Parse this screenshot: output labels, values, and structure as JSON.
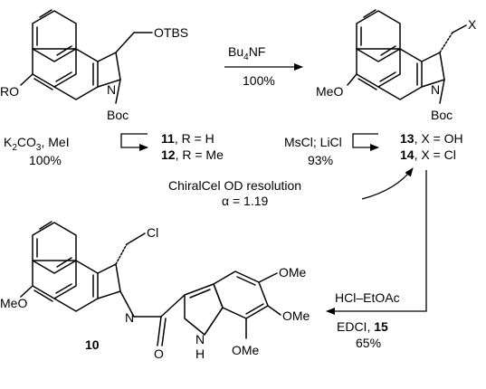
{
  "mol11": {
    "otbs": "OTBS",
    "ro": "RO",
    "n": "N",
    "boc": "Boc"
  },
  "mol13": {
    "x": "X",
    "meo": "MeO",
    "n": "N",
    "boc": "Boc"
  },
  "mol10": {
    "cl": "Cl",
    "meo": "MeO",
    "n": "N",
    "o": "O",
    "nh_n": "N",
    "nh_h": "H",
    "ome1": "OMe",
    "ome2": "OMe",
    "ome3": "OMe"
  },
  "step1": {
    "reagent_main": "Bu",
    "reagent_sub": "4",
    "reagent_tail": "NF",
    "yield": "100%"
  },
  "step2": {
    "reagent_a": "K",
    "reagent_a_sub": "2",
    "reagent_b": "CO",
    "reagent_b_sub": "3",
    "reagent_c": ", MeI",
    "yield": "100%"
  },
  "labels11": {
    "n11": "11",
    "r11": ", R = H",
    "n12": "12",
    "r12": ", R = Me"
  },
  "step3": {
    "reagent": "MsCl; LiCl",
    "yield": "93%"
  },
  "labels13": {
    "n13": "13",
    "x13": ", X = OH",
    "n14": "14",
    "x14": ", X = Cl"
  },
  "resolution": {
    "text": "ChiralCel OD resolution",
    "alpha": "α = 1.19"
  },
  "step4": {
    "reagent1": "HCl–EtOAc",
    "reagent2_a": "EDCI, ",
    "reagent2_b": "15",
    "yield": "65%"
  },
  "final": {
    "label": "10"
  }
}
